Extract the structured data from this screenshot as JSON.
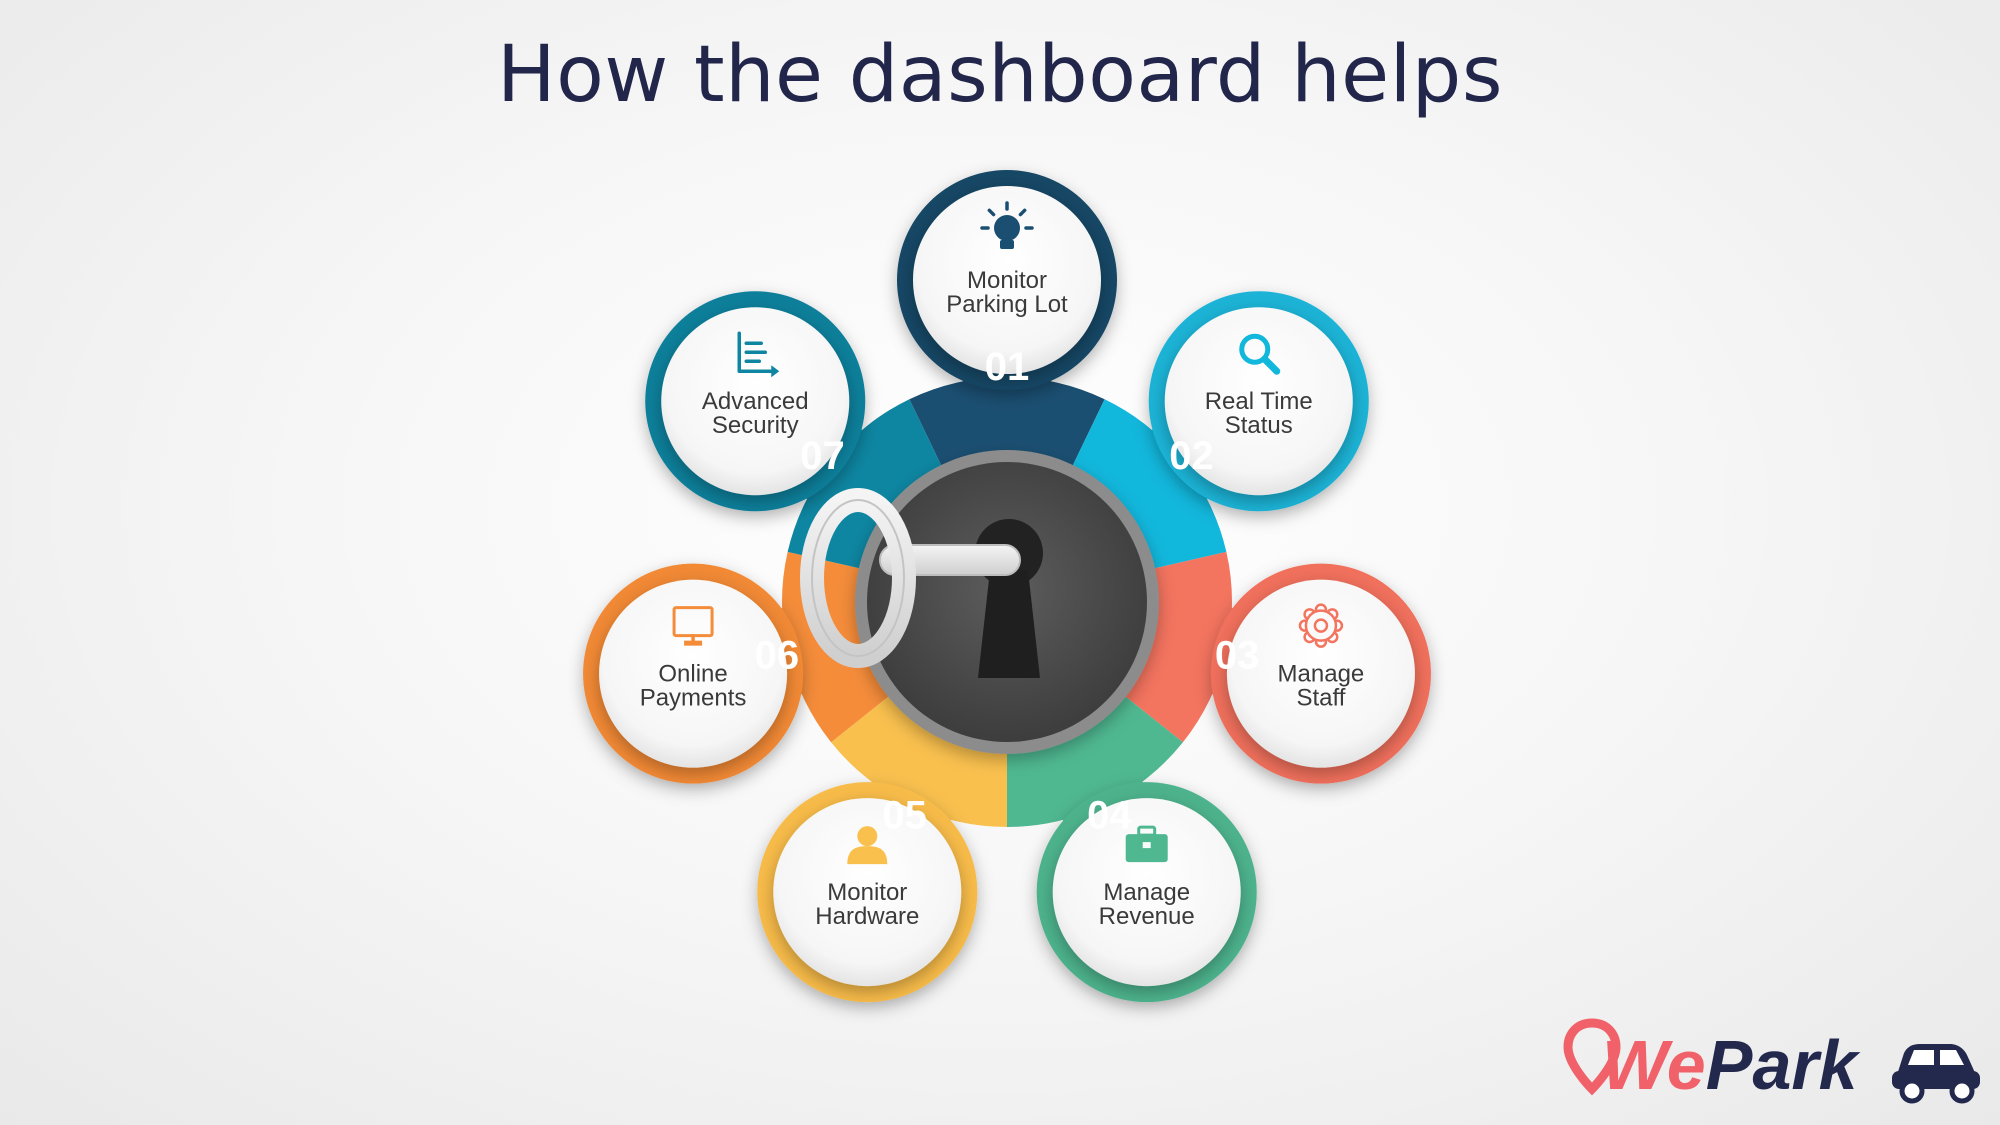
{
  "title": "How the dashboard helps",
  "center": {
    "icon": "keyhole-lock-with-key-icon"
  },
  "steps": [
    {
      "num": "01",
      "line1": "Monitor",
      "line2": "Parking Lot",
      "icon": "lightbulb-icon",
      "color": "#1b4f72",
      "ring": "#154665"
    },
    {
      "num": "02",
      "line1": "Real Time",
      "line2": "Status",
      "icon": "search-icon",
      "color": "#12b7dc",
      "ring": "#1ab3d6"
    },
    {
      "num": "03",
      "line1": "Manage",
      "line2": "Staff",
      "icon": "gear-icon",
      "color": "#f3745f",
      "ring": "#f06f5c"
    },
    {
      "num": "04",
      "line1": "Manage",
      "line2": "Revenue",
      "icon": "briefcase-icon",
      "color": "#4fb891",
      "ring": "#4db38d"
    },
    {
      "num": "05",
      "line1": "Monitor",
      "line2": "Hardware",
      "icon": "user-icon",
      "color": "#f9c04e",
      "ring": "#f7bb48"
    },
    {
      "num": "06",
      "line1": "Online",
      "line2": "Payments",
      "icon": "monitor-icon",
      "color": "#f48c3a",
      "ring": "#f18935"
    },
    {
      "num": "07",
      "line1": "Advanced",
      "line2": "Security",
      "icon": "chart-icon",
      "color": "#0e86a2",
      "ring": "#0d7f9a"
    }
  ],
  "logo": {
    "part1": "We",
    "part2": "Park",
    "color1": "#f0616a",
    "color2": "#23294d"
  }
}
